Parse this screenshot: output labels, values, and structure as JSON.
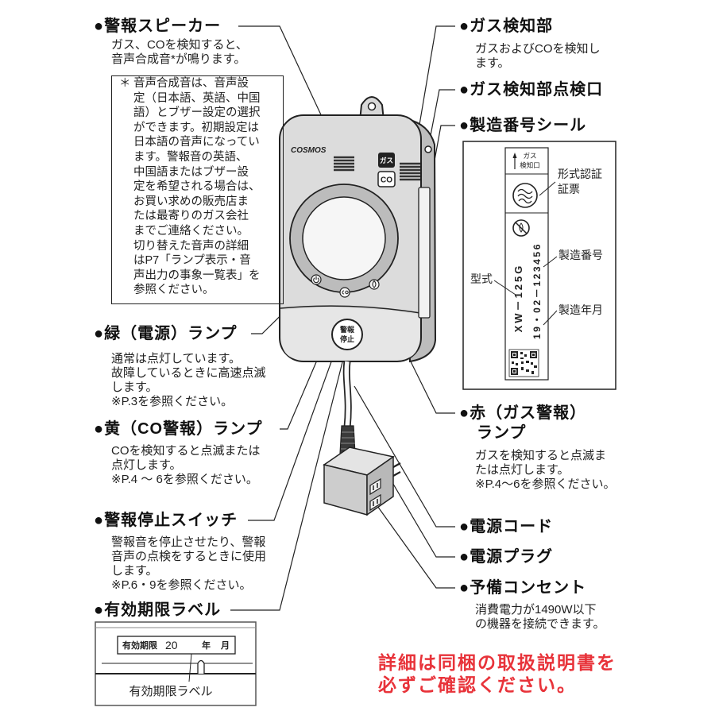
{
  "callouts": {
    "speaker": {
      "title": "●警報スピーカー",
      "desc": [
        "ガス、COを検知すると、",
        "音声合成音*が鳴ります。"
      ]
    },
    "note": {
      "mark": "＊",
      "lines": [
        "音声合成音は、音声設",
        "定（日本語、英語、中国",
        "語）とブザー設定の選択",
        "ができます。初期設定は",
        "日本語の音声になってい",
        "ます。警報音の英語、",
        "中国語またはブザー設",
        "定を希望される場合は、",
        "お買い求めの販売店ま",
        "たは最寄りのガス会社",
        "までご連絡ください。",
        "切り替えた音声の詳細",
        "はP7「ランプ表示・音",
        "声出力の事象一覧表」を",
        "参照ください。"
      ]
    },
    "green_lamp": {
      "title": "●緑（電源）ランプ",
      "desc": [
        "通常は点灯しています。",
        "故障しているときに高速点滅",
        "します。",
        "※P.3を参照ください。"
      ]
    },
    "yellow_lamp": {
      "title": "●黄（CO警報）ランプ",
      "desc": [
        "COを検知すると点滅または",
        "点灯します。",
        "※P.4 〜 6を参照ください。"
      ]
    },
    "stop_switch": {
      "title": "●警報停止スイッチ",
      "desc": [
        "警報音を停止させたり、警報",
        "音声の点検をするときに使用",
        "します。",
        "※P.6・9を参照ください。"
      ]
    },
    "expiry_label": {
      "title": "●有効期限ラベル"
    },
    "gas_sensor": {
      "title": "●ガス検知部",
      "desc": [
        "ガスおよびCOを検知し",
        "ます。"
      ]
    },
    "inspection_port": {
      "title": "●ガス検知部点検口"
    },
    "serial_seal": {
      "title": "●製造番号シール"
    },
    "red_lamp": {
      "title": [
        "●赤（ガス警報）",
        "ランプ"
      ],
      "desc": [
        "ガスを検知すると点滅ま",
        "たは点灯します。",
        "※P.4〜6を参照ください。"
      ]
    },
    "power_cord": {
      "title": "●電源コード"
    },
    "power_plug": {
      "title": "●電源プラグ"
    },
    "spare_outlet": {
      "title": "●予備コンセント",
      "desc": [
        "消費電力が1490W以下",
        "の機器を接続できます。"
      ]
    }
  },
  "device": {
    "brand": "COSMOS",
    "gas_badge": "ガス",
    "co_badge": "CO",
    "stop_button": [
      "警報",
      "停止"
    ]
  },
  "seal": {
    "gas_port": [
      "ガス",
      "検知口"
    ],
    "model": "XW－125G",
    "serial": "19・02－123456",
    "labels": {
      "cert": [
        "形式認証",
        "証票"
      ],
      "serial_no": "製造番号",
      "model": "型式",
      "date": "製造年月"
    }
  },
  "expiry": {
    "prefix": "有効期限",
    "year": "20",
    "year_unit": "年",
    "month_unit": "月",
    "caption": "有効期限ラベル"
  },
  "notice": [
    "詳細は同梱の取扱説明書を",
    "必ずご確認ください。"
  ],
  "colors": {
    "notice": "#e8333a",
    "line": "#222222",
    "body": "#dcdcdc",
    "body_side": "#bdbdbd"
  }
}
